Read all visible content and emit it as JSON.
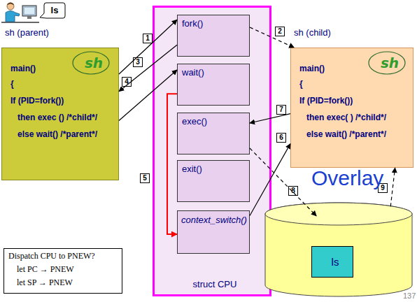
{
  "diagram": {
    "nodes": [
      {
        "text": [
          "ls"
        ]
      },
      {
        "text": [
          "sh (parent)",
          "main()",
          "{",
          "If (PID=fork())",
          "then exec () /*child*/",
          "else wait() /*parent*/"
        ]
      },
      {
        "text": [
          "sh"
        ],
        "in": 1
      },
      {
        "text": [
          "struct CPU"
        ]
      },
      {
        "text": [
          "fork()"
        ],
        "in": 3
      },
      {
        "text": [
          "wait()"
        ],
        "in": 3
      },
      {
        "text": [
          "exec()"
        ],
        "in": 3
      },
      {
        "text": [
          "exit()"
        ],
        "in": 3
      },
      {
        "text": [
          "context_switch()"
        ],
        "in": 3
      },
      {
        "text": [
          "sh (child)",
          "main()",
          "{",
          "If (PID=fork())",
          "then exec( ) /*child*/",
          "else wait() /*parent*/"
        ]
      },
      {
        "text": [
          "sh"
        ],
        "in": 9
      },
      {
        "text": []
      },
      {
        "text": [
          "ls"
        ],
        "in": 11
      },
      {
        "text": [
          "Dispatch CPU to PNEW?",
          "let PC → PNEW",
          "let SP → PNEW"
        ]
      }
    ],
    "edges": [
      {
        "from": 1,
        "to": 4,
        "arrow": "to"
      },
      {
        "from": 4,
        "to": 1,
        "arrow": "to"
      },
      {
        "from": 4,
        "to": 9,
        "arrow": "to"
      },
      {
        "from": 1,
        "to": 5,
        "arrow": "to"
      },
      {
        "from": 5,
        "to": 8,
        "arrow": "to"
      },
      {
        "from": 8,
        "to": 9,
        "arrow": "to"
      },
      {
        "from": 9,
        "to": 6,
        "arrow": "to"
      },
      {
        "from": 6,
        "to": 11,
        "arrow": "to"
      },
      {
        "from": 11,
        "to": 9,
        "arrow": "to"
      }
    ],
    "labels": [
      "1",
      "2",
      "3",
      "4",
      "5",
      "6",
      "7",
      "8",
      "9",
      "Overlay",
      "137"
    ]
  }
}
